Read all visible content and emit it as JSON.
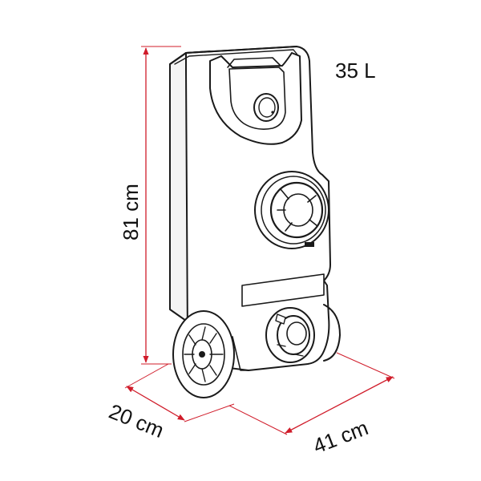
{
  "labels": {
    "capacity": "35 L",
    "height": "81 cm",
    "depth": "20 cm",
    "width": "41 cm"
  },
  "colors": {
    "outline": "#1a1a1a",
    "dimension_line": "#d01c2a",
    "label_text": "#111111",
    "background": "#ffffff"
  },
  "icons": {
    "product": "wheeled-water-tank-icon"
  }
}
